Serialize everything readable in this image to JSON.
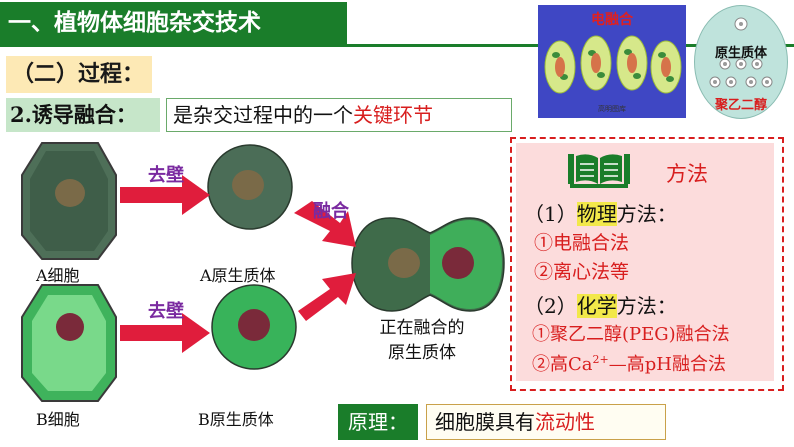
{
  "header": {
    "title": "一、植物体细胞杂交技术"
  },
  "process": {
    "label": "（二）过程："
  },
  "step": {
    "label": "2.诱导融合：",
    "desc_prefix": "是杂交过程中的一个",
    "desc_highlight": "关键环节"
  },
  "photo": {
    "label": "电融合",
    "caption": "高明图库"
  },
  "oval": {
    "label_top": "原生质体",
    "label_bottom": "聚乙二醇"
  },
  "diagram": {
    "cell_a": "A细胞",
    "cell_b": "B细胞",
    "proto_a": "A原生质体",
    "proto_b": "B原生质体",
    "remove_wall_1": "去壁",
    "remove_wall_2": "去壁",
    "fusion": "融合",
    "fusing_line1": "正在融合的",
    "fusing_line2": "原生质体"
  },
  "method": {
    "title": "方法",
    "physical_prefix": "（1）",
    "physical_hl": "物理",
    "physical_suffix": "方法：",
    "physical_1": "①电融合法",
    "physical_2": "②离心法等",
    "chemical_prefix": "（2）",
    "chemical_hl": "化学",
    "chemical_suffix": "方法：",
    "chemical_1": "①聚乙二醇(PEG)融合法",
    "chemical_2_a": "②高Ca",
    "chemical_2_sup": "2+",
    "chemical_2_b": "—高pH融合法"
  },
  "principle": {
    "label": "原理：",
    "text_prefix": "细胞膜具有",
    "text_highlight": "流动性"
  },
  "colors": {
    "green": "#1a7d2a",
    "red": "#d81e1e",
    "purple": "#7a2aa0",
    "arrow": "#e01d3c"
  }
}
